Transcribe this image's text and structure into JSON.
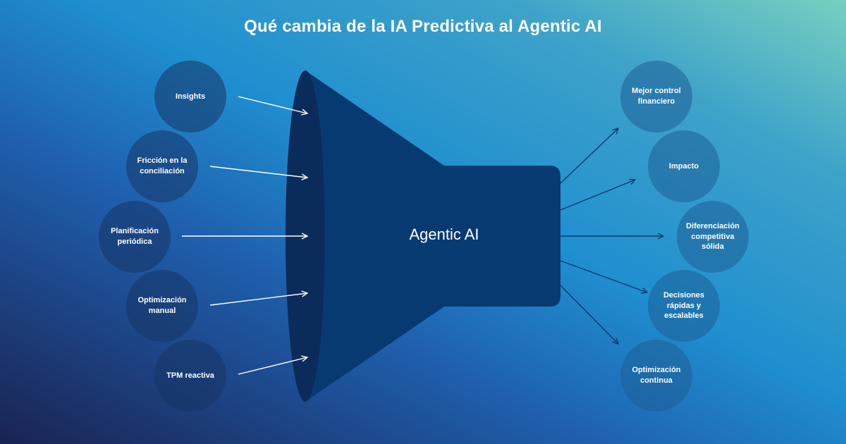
{
  "title": "Qué cambia de la IA Predictiva al Agentic AI",
  "center_label": "Agentic AI",
  "inputs": [
    "Insights",
    "Fricción en la conciliación",
    "Planificación periódica",
    "Optimización manual",
    "TPM reactiva"
  ],
  "outputs": [
    "Mejor control financiero",
    "Impacto",
    "Diferenciación competitiva sólida",
    "Decisiones rápidas y escalables",
    "Optimización continua"
  ],
  "colors": {
    "funnel": "#083a72",
    "funnel_mouth": "#0b2c5a",
    "circle_left": "#163464",
    "circle_right": "#1e5f96",
    "arrow_in": "#ffffff",
    "arrow_out": "#0d3a6e"
  }
}
